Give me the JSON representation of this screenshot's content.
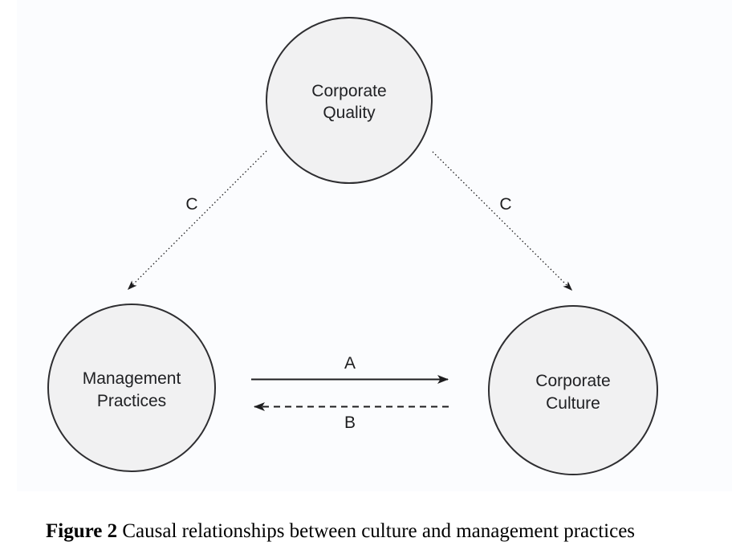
{
  "diagram": {
    "nodes": {
      "corporate_quality": {
        "line1": "Corporate",
        "line2": "Quality"
      },
      "management_practices": {
        "line1": "Management",
        "line2": "Practices"
      },
      "corporate_culture": {
        "line1": "Corporate",
        "line2": "Culture"
      }
    },
    "edges": {
      "a": {
        "label": "A",
        "style": "solid",
        "from": "management_practices",
        "to": "corporate_culture"
      },
      "b": {
        "label": "B",
        "style": "dashed",
        "from": "corporate_culture",
        "to": "management_practices"
      },
      "c_left": {
        "label": "C",
        "style": "dotted",
        "from": "corporate_quality",
        "to": "management_practices"
      },
      "c_right": {
        "label": "C",
        "style": "dotted",
        "from": "corporate_quality",
        "to": "corporate_culture"
      }
    },
    "colors": {
      "node_fill": "#f1f1f2",
      "node_stroke": "#2e2e31",
      "arrow": "#1d1d1f",
      "text": "#202124",
      "diagram_background": "#fbfcfe",
      "page_background": "#ffffff"
    }
  },
  "caption": {
    "label": "Figure 2",
    "text": "Causal relationships between culture and management practices"
  }
}
